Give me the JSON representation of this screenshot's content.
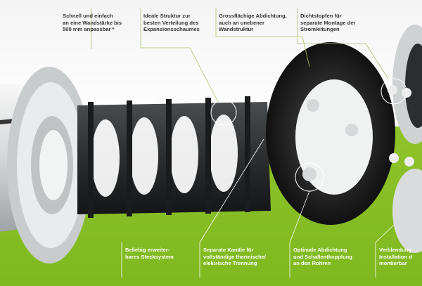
{
  "callouts_top": [
    {
      "text": "Schnell und einfach\nan eine Wandstärke bis\n500 mm anpassbar *"
    },
    {
      "text": "Ideale Struktur zur\nbesten Verteilung des\nExpansionsschaumes"
    },
    {
      "text": "Grossflächige Abdichtung,\nauch an unebener\nWandstruktur"
    },
    {
      "text": "Dichtstopfen für\nseparate Montage der\nStromleitungen"
    }
  ],
  "callouts_bottom": [
    {
      "text": "Beliebig erweiter-\nbares Stecksystem"
    },
    {
      "text": "Separate Kanäle für\nvollständige thermische/\nelektrische Trennung"
    },
    {
      "text": "Optimale Abdichtung\nund Schallentkopplung\nan den Rohren"
    },
    {
      "text": "Verblendung\nInstallation d\nmontierbar"
    }
  ],
  "colors": {
    "green_background": "#8fc32a",
    "callout_line": "#a8c46a",
    "plastic_black": "#2b2d2e",
    "plastic_grey": "#d9dcdd",
    "seal_black": "#1f1f1f"
  }
}
